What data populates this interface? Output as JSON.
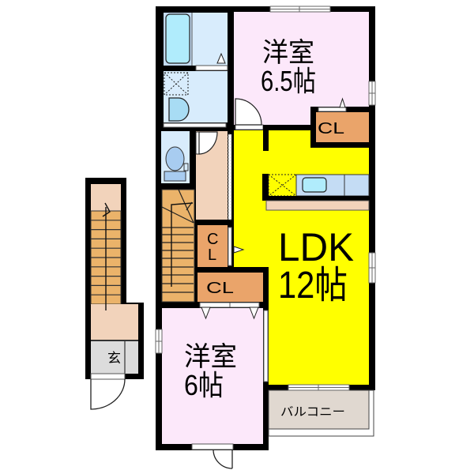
{
  "floor_plan": {
    "rooms": {
      "western_room_north": {
        "name": "洋室",
        "size": "6.5帖"
      },
      "ldk": {
        "name": "LDK",
        "size": "12帖"
      },
      "western_room_south": {
        "name": "洋室",
        "size": "6帖"
      },
      "closet_north": {
        "label": "CL"
      },
      "closet_middle": {
        "label_top": "C",
        "label_bottom": "L"
      },
      "closet_south": {
        "label": "CL"
      },
      "balcony": {
        "label": "バルコニー"
      },
      "entrance": {
        "label": "玄"
      }
    },
    "icons": [
      "bathtub-icon",
      "washing-machine-space-icon",
      "washbasin-icon",
      "toilet-icon",
      "kitchen-stove-icon",
      "kitchen-sink-icon",
      "stairs-icon",
      "door-swing-icon",
      "window-icon"
    ]
  },
  "colors": {
    "wall": "#000000",
    "bedroom": "#fce8fa",
    "ldk": "#ffff00",
    "wet_area": "#d8ecfc",
    "tub_surround": "#c4dcf4",
    "tub": "#b0ecfc",
    "closet": "#eaa46a",
    "stairs": "#ebb36a",
    "hallway": "#f2d3bb",
    "balcony": "#e0d8d0",
    "entrance": "#dcdcdc"
  }
}
